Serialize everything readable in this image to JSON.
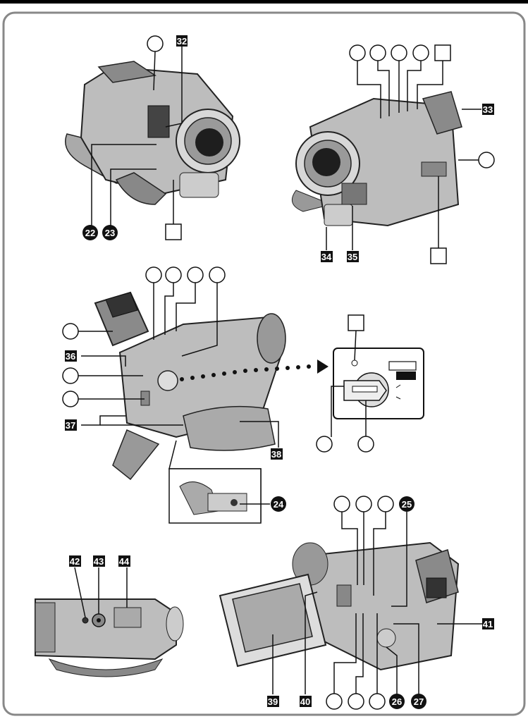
{
  "labels": {
    "n22": "22",
    "n23": "23",
    "n24": "24",
    "n25": "25",
    "n26": "26",
    "n27": "27",
    "n32": "32",
    "n33": "33",
    "n34": "34",
    "n35": "35",
    "n36": "36",
    "n37": "37",
    "n38": "38",
    "n39": "39",
    "n40": "40",
    "n41": "41",
    "n42": "42",
    "n43": "43",
    "n44": "44"
  },
  "colors": {
    "background": "#ffffff",
    "frame": "#888888",
    "top_bar": "#000000",
    "camera_body": "#bdbdbd",
    "camera_shade": "#8a8a8a",
    "camera_light": "#e6e6e6",
    "lens_glass": "#1e1e1e",
    "label_fill": "#111111"
  },
  "icons": [
    "camcorder-front-left-view",
    "camcorder-front-right-view",
    "camcorder-rear-left-view",
    "power-switch-detail",
    "battery-terminal-detail",
    "camcorder-bottom-view",
    "camcorder-lcd-open-view"
  ]
}
